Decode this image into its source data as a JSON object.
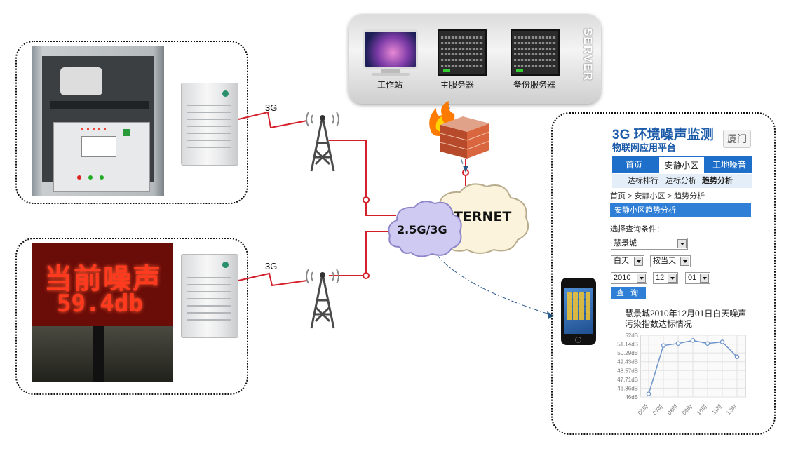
{
  "links": {
    "left_top": "3G",
    "left_bottom": "3G"
  },
  "display_sign": {
    "line1": "当前噪声",
    "line2": "59.4db"
  },
  "server": {
    "side_label": "SERVER",
    "workstation": "工作站",
    "main_server": "主服务器",
    "backup_server": "备份服务器"
  },
  "network": {
    "wireless": "2.5G/3G",
    "internet": "INTERNET"
  },
  "app": {
    "title": "3G 环境噪声监测",
    "subtitle": "物联网应用平台",
    "city": "厦门",
    "tabs": [
      "首页",
      "安静小区",
      "工地噪音"
    ],
    "subnav": [
      "达标排行",
      "达标分析",
      "趋势分析"
    ],
    "breadcrumb": "首页 > 安静小区 > 趋势分析",
    "section_title": "安静小区趋势分析",
    "condition_label": "选择查询条件：",
    "selects": {
      "area": "慧景城",
      "period": "白天",
      "mode": "按当天",
      "year": "2010",
      "month": "12",
      "day": "01"
    },
    "query_button": "查 询"
  },
  "chart_data": {
    "type": "line",
    "title": "慧景城2010年12月01日白天噪声污染指数达标情况",
    "categories": [
      "06时",
      "07时",
      "08时",
      "09时",
      "10时",
      "11时",
      "12时"
    ],
    "series": [
      {
        "values": [
          46.3,
          51.0,
          51.2,
          51.5,
          51.2,
          51.35,
          49.9
        ]
      }
    ],
    "ytick_labels": [
      "52dB",
      "51.14dB",
      "50.29dB",
      "49.43dB",
      "48.57dB",
      "47.71dB",
      "46.86dB",
      "46dB"
    ],
    "ylim": [
      46,
      52
    ],
    "grid": true,
    "color": "#6f95c9"
  },
  "colors": {
    "link": "#d4202a",
    "accent": "#1d6fc9"
  }
}
